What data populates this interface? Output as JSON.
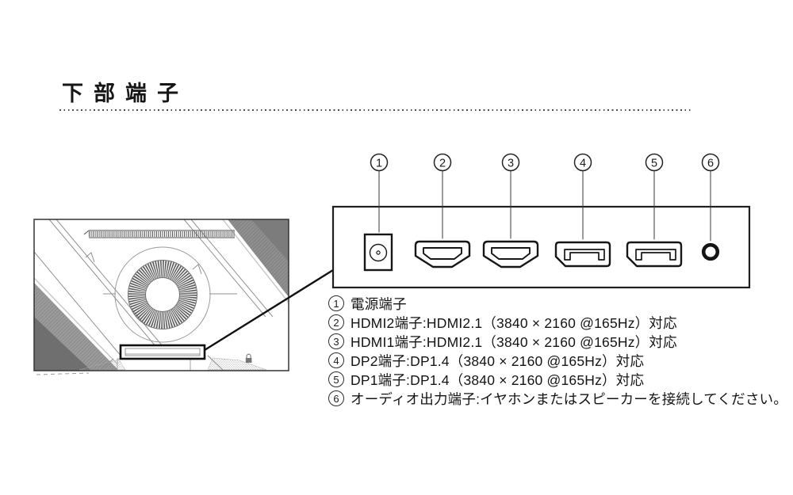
{
  "page": {
    "title": "下部端子",
    "line_color": "#1f1f1f",
    "background": "#ffffff"
  },
  "diagram": {
    "illustration": "monitor-back-bottom-view",
    "callouts": [
      "1",
      "2",
      "3",
      "4",
      "5",
      "6"
    ],
    "ports": [
      {
        "name": "dc-power-jack"
      },
      {
        "name": "hdmi-port"
      },
      {
        "name": "hdmi-port"
      },
      {
        "name": "displayport"
      },
      {
        "name": "displayport"
      },
      {
        "name": "audio-output-jack"
      }
    ]
  },
  "legend": {
    "items": [
      {
        "num": "1",
        "text": "電源端子"
      },
      {
        "num": "2",
        "text": "HDMI2端子:HDMI2.1（3840 × 2160 @165Hz）対応"
      },
      {
        "num": "3",
        "text": "HDMI1端子:HDMI2.1（3840 × 2160 @165Hz）対応"
      },
      {
        "num": "4",
        "text": "DP2端子:DP1.4（3840 × 2160 @165Hz）対応"
      },
      {
        "num": "5",
        "text": "DP1端子:DP1.4（3840 × 2160 @165Hz）対応"
      },
      {
        "num": "6",
        "text": "オーディオ出力端子:イヤホンまたはスピーカーを接続してください。"
      }
    ]
  }
}
